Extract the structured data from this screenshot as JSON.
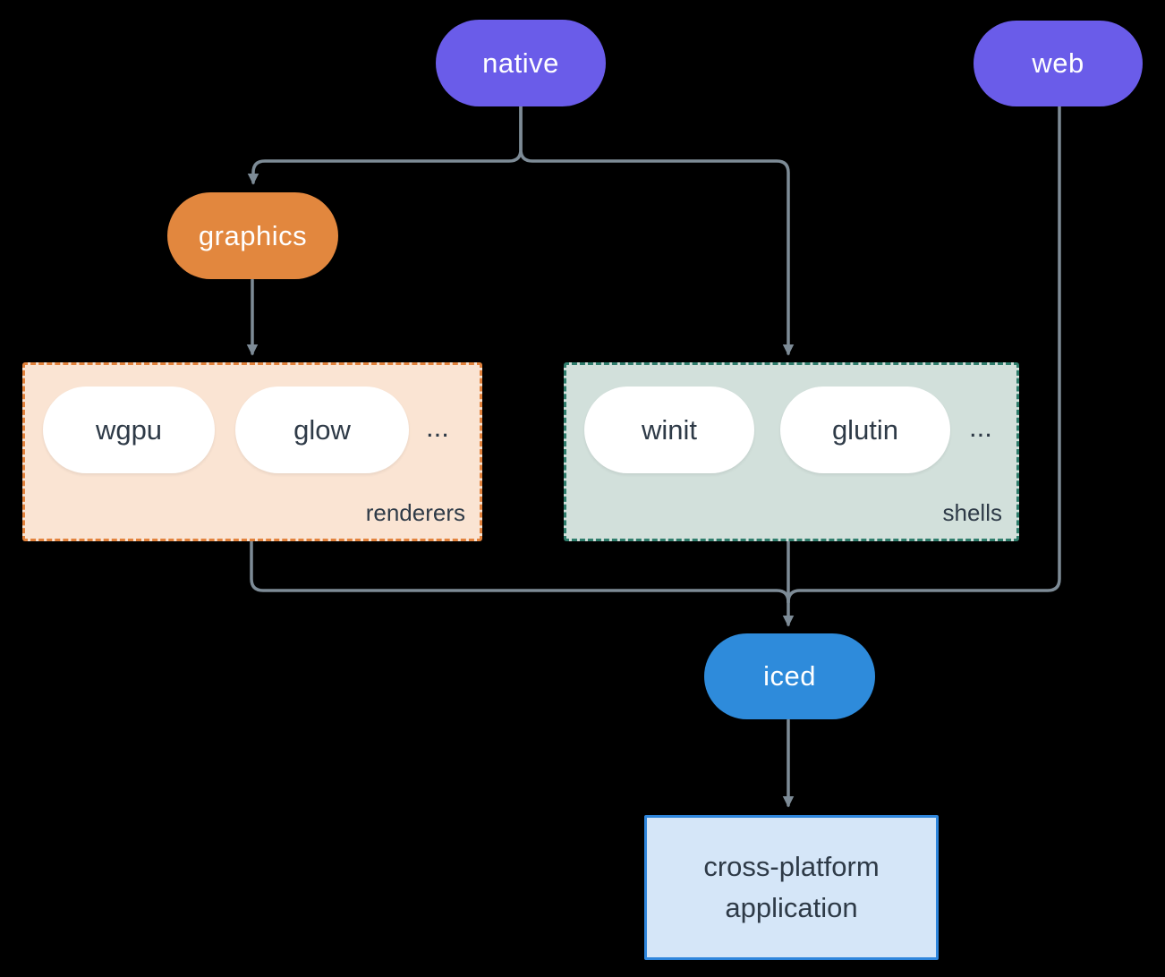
{
  "colors": {
    "node_purple": "#6A5CE9",
    "node_orange": "#E2873E",
    "node_blue": "#2E8BDB",
    "renderers_fill": "#FAE4D3",
    "renderers_border": "#E2823C",
    "shells_fill": "#D2E0DB",
    "shells_border": "#2F7D6C",
    "app_fill": "#D5E6F8",
    "app_border": "#2F86DC",
    "connector": "#7D8B96",
    "dark_text": "#2E3A47",
    "background": "#000000"
  },
  "nodes": {
    "native": {
      "label": "native"
    },
    "web": {
      "label": "web"
    },
    "graphics": {
      "label": "graphics"
    },
    "iced": {
      "label": "iced"
    },
    "app": {
      "line1": "cross-platform",
      "line2": "application"
    }
  },
  "groups": {
    "renderers": {
      "label": "renderers",
      "pills": [
        "wgpu",
        "glow"
      ],
      "more": "..."
    },
    "shells": {
      "label": "shells",
      "pills": [
        "winit",
        "glutin"
      ],
      "more": "..."
    }
  }
}
